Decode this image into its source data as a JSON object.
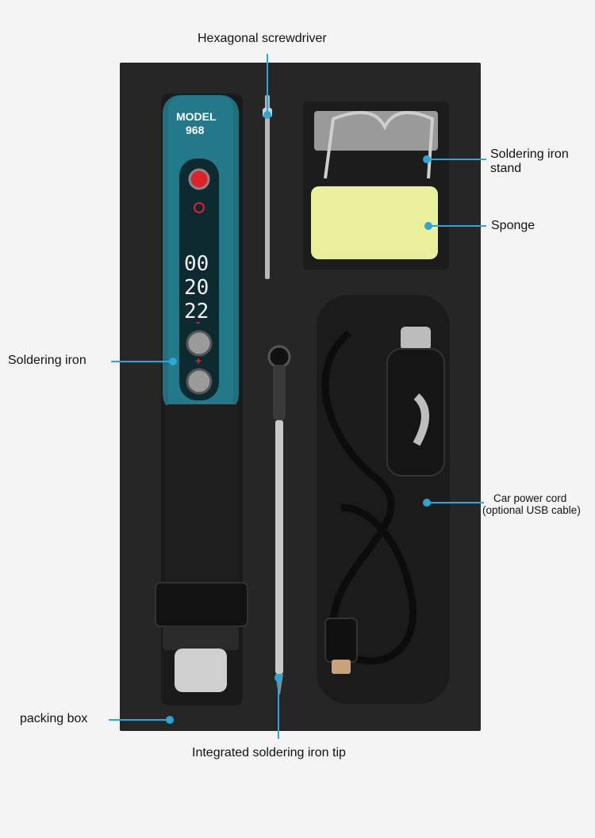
{
  "labels": {
    "screwdriver": "Hexagonal screwdriver",
    "stand_line1": "Soldering iron",
    "stand_line2": "stand",
    "sponge": "Sponge",
    "soldering_iron": "Soldering iron",
    "car_cord_line1": "Car power cord",
    "car_cord_line2": "(optional USB cable)",
    "packing_box": "packing box",
    "tip": "Integrated soldering iron tip"
  },
  "iron": {
    "model_line1": "MODEL",
    "model_line2": "968",
    "display_rows": [
      "00",
      "20",
      "22"
    ],
    "minus": "-",
    "plus": "+"
  },
  "colors": {
    "callout": "#2aa7d8",
    "iron_body": "#1f6f7f",
    "power_button": "#e0202a",
    "sponge": "#e9ef9a",
    "display_digit": "#f2f2f2"
  }
}
